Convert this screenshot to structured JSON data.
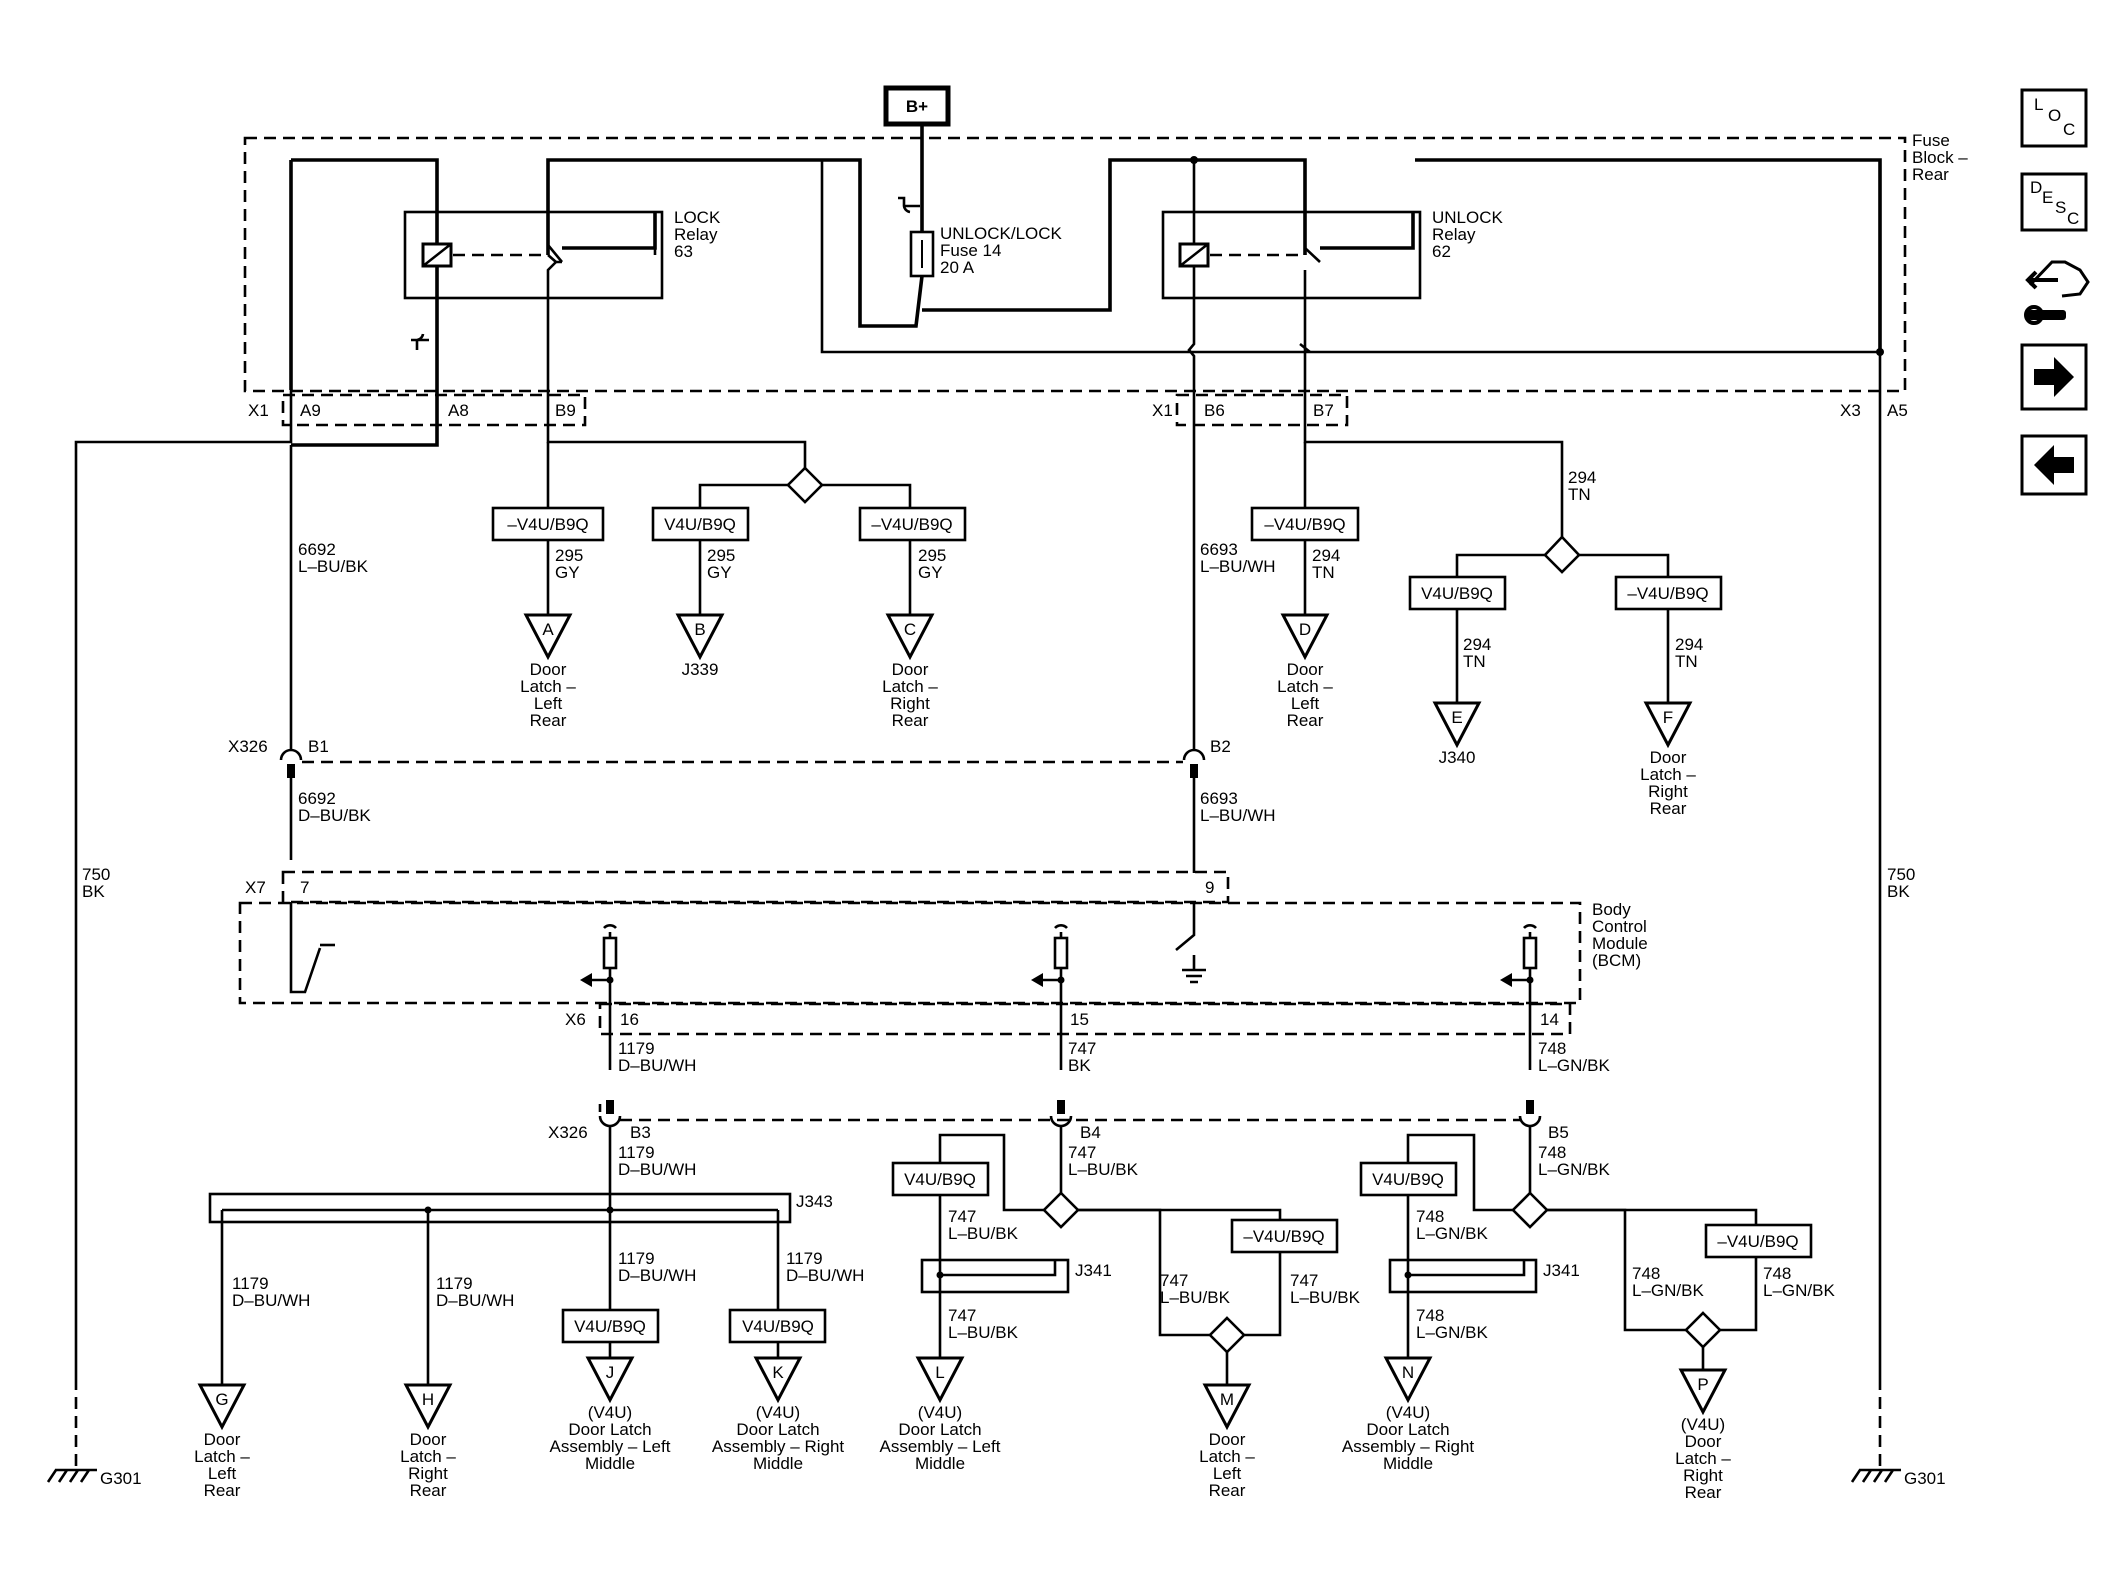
{
  "power": {
    "source": "B+"
  },
  "fuse_block": {
    "label": [
      "Fuse",
      "Block –",
      "Rear"
    ]
  },
  "lock_relay": {
    "lines": [
      "LOCK",
      "Relay",
      "63"
    ]
  },
  "unlock_relay": {
    "lines": [
      "UNLOCK",
      "Relay",
      "62"
    ]
  },
  "fuse": {
    "lines": [
      "UNLOCK/LOCK",
      "Fuse 14",
      "20 A"
    ]
  },
  "bcm": {
    "label": [
      "Body",
      "Control",
      "Module",
      "(BCM)"
    ]
  },
  "connectors": {
    "x1": "X1",
    "a9": "A9",
    "a8": "A8",
    "b9": "B9",
    "x1b": "X1",
    "b6": "B6",
    "b7": "B7",
    "x3": "X3",
    "a5": "A5",
    "x326a": "X326",
    "b1": "B1",
    "b2": "B2",
    "x7": "X7",
    "p7": "7",
    "p9": "9",
    "x6": "X6",
    "p16": "16",
    "p15": "15",
    "p14": "14",
    "x326b": "X326",
    "b3": "B3",
    "b4": "B4",
    "b5": "B5",
    "j343": "J343",
    "j341a": "J341",
    "j341b": "J341"
  },
  "options": {
    "v4u": "V4U/B9Q",
    "not_v4u": "–V4U/B9Q"
  },
  "wires": [
    {
      "id": "w6692a",
      "lines": [
        "6692",
        "L–BU/BK"
      ]
    },
    {
      "id": "w6692b",
      "lines": [
        "6692",
        "D–BU/BK"
      ]
    },
    {
      "id": "w6693a",
      "lines": [
        "6693",
        "L–BU/WH"
      ]
    },
    {
      "id": "w6693b",
      "lines": [
        "6693",
        "L–BU/WH"
      ]
    },
    {
      "id": "w295a",
      "lines": [
        "295",
        "GY"
      ]
    },
    {
      "id": "w295b",
      "lines": [
        "295",
        "GY"
      ]
    },
    {
      "id": "w295c",
      "lines": [
        "295",
        "GY"
      ]
    },
    {
      "id": "w294a",
      "lines": [
        "294",
        "TN"
      ]
    },
    {
      "id": "w294b",
      "lines": [
        "294",
        "TN"
      ]
    },
    {
      "id": "w294c",
      "lines": [
        "294",
        "TN"
      ]
    },
    {
      "id": "w294d",
      "lines": [
        "294",
        "TN"
      ]
    },
    {
      "id": "w750l",
      "lines": [
        "750",
        "BK"
      ]
    },
    {
      "id": "w750r",
      "lines": [
        "750",
        "BK"
      ]
    },
    {
      "id": "w1179a",
      "lines": [
        "1179",
        "D–BU/WH"
      ]
    },
    {
      "id": "w1179b",
      "lines": [
        "1179",
        "D–BU/WH"
      ]
    },
    {
      "id": "w1179g",
      "lines": [
        "1179",
        "D–BU/WH"
      ]
    },
    {
      "id": "w1179h",
      "lines": [
        "1179",
        "D–BU/WH"
      ]
    },
    {
      "id": "w1179j",
      "lines": [
        "1179",
        "D–BU/WH"
      ]
    },
    {
      "id": "w1179k",
      "lines": [
        "1179",
        "D–BU/WH"
      ]
    },
    {
      "id": "w747a",
      "lines": [
        "747",
        "BK"
      ]
    },
    {
      "id": "w747b",
      "lines": [
        "747",
        "L–BU/BK"
      ]
    },
    {
      "id": "w747c",
      "lines": [
        "747",
        "L–BU/BK"
      ]
    },
    {
      "id": "w747l",
      "lines": [
        "747",
        "L–BU/BK"
      ]
    },
    {
      "id": "w747m1",
      "lines": [
        "747",
        "L–BU/BK"
      ]
    },
    {
      "id": "w747m2",
      "lines": [
        "747",
        "L–BU/BK"
      ]
    },
    {
      "id": "w748a",
      "lines": [
        "748",
        "L–GN/BK"
      ]
    },
    {
      "id": "w748b",
      "lines": [
        "748",
        "L–GN/BK"
      ]
    },
    {
      "id": "w748c",
      "lines": [
        "748",
        "L–GN/BK"
      ]
    },
    {
      "id": "w748n",
      "lines": [
        "748",
        "L–GN/BK"
      ]
    },
    {
      "id": "w748p1",
      "lines": [
        "748",
        "L–GN/BK"
      ]
    },
    {
      "id": "w748p2",
      "lines": [
        "748",
        "L–GN/BK"
      ]
    }
  ],
  "terminals": [
    {
      "id": "A",
      "letter": "A",
      "lines": [
        "Door",
        "Latch –",
        "Left",
        "Rear"
      ]
    },
    {
      "id": "B",
      "letter": "B",
      "lines": [
        "J339"
      ]
    },
    {
      "id": "C",
      "letter": "C",
      "lines": [
        "Door",
        "Latch –",
        "Right",
        "Rear"
      ]
    },
    {
      "id": "D",
      "letter": "D",
      "lines": [
        "Door",
        "Latch –",
        "Left",
        "Rear"
      ]
    },
    {
      "id": "E",
      "letter": "E",
      "lines": [
        "J340"
      ]
    },
    {
      "id": "F",
      "letter": "F",
      "lines": [
        "Door",
        "Latch –",
        "Right",
        "Rear"
      ]
    },
    {
      "id": "G",
      "letter": "G",
      "lines": [
        "Door",
        "Latch –",
        "Left",
        "Rear"
      ]
    },
    {
      "id": "H",
      "letter": "H",
      "lines": [
        "Door",
        "Latch –",
        "Right",
        "Rear"
      ]
    },
    {
      "id": "J",
      "letter": "J",
      "lines": [
        "(V4U)",
        "Door Latch",
        "Assembly – Left",
        "Middle"
      ]
    },
    {
      "id": "K",
      "letter": "K",
      "lines": [
        "(V4U)",
        "Door Latch",
        "Assembly – Right",
        "Middle"
      ]
    },
    {
      "id": "L",
      "letter": "L",
      "lines": [
        "(V4U)",
        "Door Latch",
        "Assembly – Left",
        "Middle"
      ]
    },
    {
      "id": "M",
      "letter": "M",
      "lines": [
        "Door",
        "Latch –",
        "Left",
        "Rear"
      ]
    },
    {
      "id": "N",
      "letter": "N",
      "lines": [
        "(V4U)",
        "Door Latch",
        "Assembly – Right",
        "Middle"
      ]
    },
    {
      "id": "P",
      "letter": "P",
      "lines": [
        "(V4U)",
        "Door",
        "Latch –",
        "Right",
        "Rear"
      ]
    }
  ],
  "grounds": [
    {
      "id": "g301l",
      "label": "G301"
    },
    {
      "id": "g301r",
      "label": "G301"
    }
  ],
  "nav": {
    "loc": [
      "L",
      "O",
      "C"
    ],
    "desc": [
      "D",
      "E",
      "S",
      "C"
    ],
    "icons": [
      "component-view-icon",
      "arrow-right-icon",
      "arrow-left-icon"
    ]
  }
}
